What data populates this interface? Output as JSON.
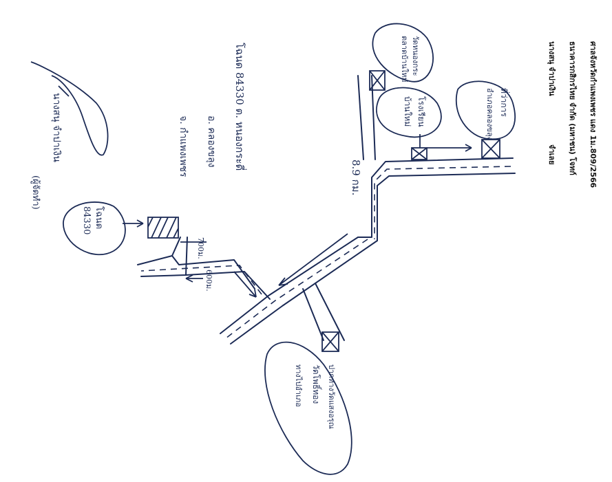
{
  "header": {
    "line1": "ศาลจังหวัดกำแพงเพชร แดง 1ม.809/2566",
    "line2": "ธนาคารกสิกรไทย จำกัด (มหาชน) โจทก์",
    "line3": "นางสนุ จำปาเงิน",
    "line3_suffix": "จำเลย"
  },
  "labels": {
    "plot_title": "โฉนด 84330 ต. หนองกระดี่",
    "plot_subdistrict": "อ. คลองขลุง",
    "plot_province": "จ. กำแพงเพชร",
    "plot_bubble_l1": "โฉนด",
    "plot_bubble_l2": "84330",
    "dist_main": "8.9 กม.",
    "dist_branch1": "700ม.",
    "dist_branch2": "600ม.",
    "bubble_top_l1": "วัดหนองกระ",
    "bubble_top_l2": "ตลาดบ้านใหม่",
    "bubble_mid_l1": "โรงเรียน",
    "bubble_mid_l2": "บ้านใหม่",
    "bubble_right_l1": "ที่ว่าการ",
    "bubble_right_l2": "อำเภอคลองขลุง",
    "bubble_bottom_l1": "ปากทางวัดแสงอรุณ",
    "bubble_bottom_l2": "วัดโพธิ์ทอง",
    "bubble_bottom_l3": "ทางไปอำเภอ",
    "signature_l1": "นางสนุ จำปาเงิน",
    "signature_l2": "(ผู้จัดทำ)"
  },
  "colors": {
    "ink": "#1b2a55",
    "print": "#111111",
    "paper": "#ffffff"
  }
}
